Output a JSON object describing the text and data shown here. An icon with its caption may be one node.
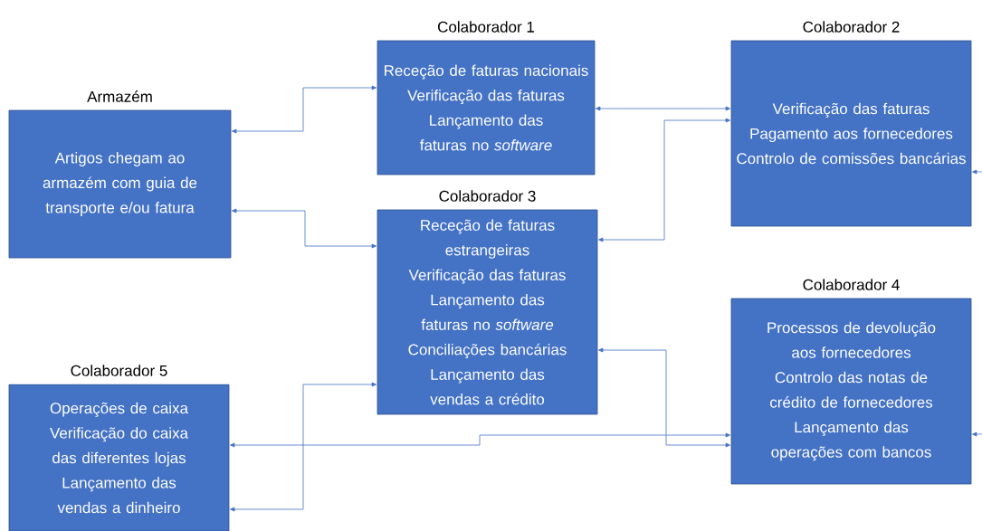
{
  "diagram": {
    "nodes": [
      {
        "text": [
          "Armazém",
          "Artigos chegam ao armazém com guia de transporte e/ou fatura"
        ]
      },
      {
        "text": [
          "Colaborador 1",
          "Receção de faturas nacionais",
          "Verificação das faturas",
          "Lançamento das faturas no *software*"
        ]
      },
      {
        "text": [
          "Colaborador 2",
          "Verificação das faturas",
          "Pagamento aos fornecedores",
          "Controlo de comissões bancárias"
        ]
      },
      {
        "text": [
          "Colaborador 3",
          "Receção de faturas estrangeiras",
          "Verificação das faturas",
          "Lançamento das faturas no *software*",
          "Conciliações bancárias",
          "Lançamento das vendas a crédito"
        ]
      },
      {
        "text": [
          "Colaborador 4",
          "Processos de devolução aos fornecedores",
          "Controlo das notas de crédito de fornecedores",
          "Lançamento das operações com bancos"
        ]
      },
      {
        "text": [
          "Colaborador 5",
          "Operações de caixa",
          "Verificação do caixa das diferentes lojas",
          "Lançamento das vendas a dinheiro"
        ]
      }
    ],
    "edges": [
      {
        "from": 0,
        "to": 1,
        "arrow": "both"
      },
      {
        "from": 0,
        "to": 3,
        "arrow": "both"
      },
      {
        "from": 1,
        "to": 2,
        "arrow": "both"
      },
      {
        "from": 3,
        "to": 2,
        "arrow": "both"
      },
      {
        "from": 5,
        "to": 3,
        "arrow": "both"
      },
      {
        "from": 5,
        "to": 4,
        "arrow": "both"
      },
      {
        "from": 3,
        "to": 4,
        "arrow": "both"
      },
      {
        "from": null,
        "to": 2,
        "arrow": "to"
      },
      {
        "from": null,
        "to": 4,
        "arrow": "to"
      }
    ]
  }
}
